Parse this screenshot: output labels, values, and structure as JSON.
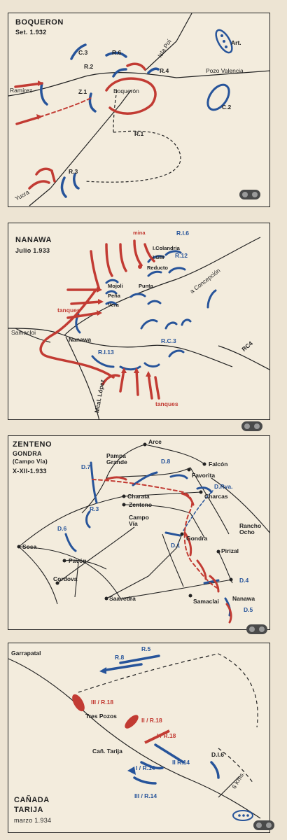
{
  "maps": [
    {
      "title": "BOQUERON",
      "date": "Set. 1.932",
      "places": [
        "Isla Poí",
        "Pozo Valencia",
        "Ramírez",
        "Boquerón",
        "Yucra"
      ],
      "units": [
        "C.3",
        "R.6",
        "R.2",
        "R.4",
        "Z.1",
        "C.2",
        "R.1",
        "R.3",
        "Art."
      ]
    },
    {
      "title": "NANAWA",
      "date": "Julio 1.933",
      "places": [
        "a Concepción",
        "Samacloi",
        "Nanawa",
        "Mcal. López"
      ],
      "positions": [
        "mina",
        "I.Colandria",
        "I.GIII",
        "Reducto",
        "Mojoli",
        "Peña",
        "Vera",
        "Punta"
      ],
      "units": [
        "R.I.6",
        "R.12",
        "R.C.3",
        "R.I.13",
        "RC4"
      ],
      "labels": [
        "tanques",
        "tanques"
      ]
    },
    {
      "title": "ZENTENO",
      "subtitle": "GONDRA",
      "subtitle2": "(Campo Vía)",
      "date": "X-XII-1.933",
      "places": [
        "Arce",
        "Pampa Grande",
        "Falcón",
        "Favorita",
        "Charata",
        "Zenteno",
        "Charcas",
        "Rancho Ocho",
        "Campo Vía",
        "Gondra",
        "Sosa",
        "Pavón",
        "Pirizal",
        "Cordova",
        "Saavedra",
        "Samaclai",
        "Nanawa"
      ],
      "units": [
        "D.7",
        "D.8",
        "D.Rva.",
        "R.3",
        "D.6",
        "D.1",
        "D.4",
        "D.5"
      ]
    },
    {
      "title": "CAÑADA",
      "subtitle": "TARIJA",
      "date": "marzo 1.934",
      "places": [
        "Garrapatal",
        "Tres Pozos",
        "Cañ. Tarija"
      ],
      "units": [
        "R.5",
        "R.8",
        "III / R.18",
        "II / R.18",
        "I / R.18",
        "II R.14",
        "I / R.14",
        "III / R.14",
        "D.I.6"
      ],
      "scale": "6 Kms."
    }
  ]
}
